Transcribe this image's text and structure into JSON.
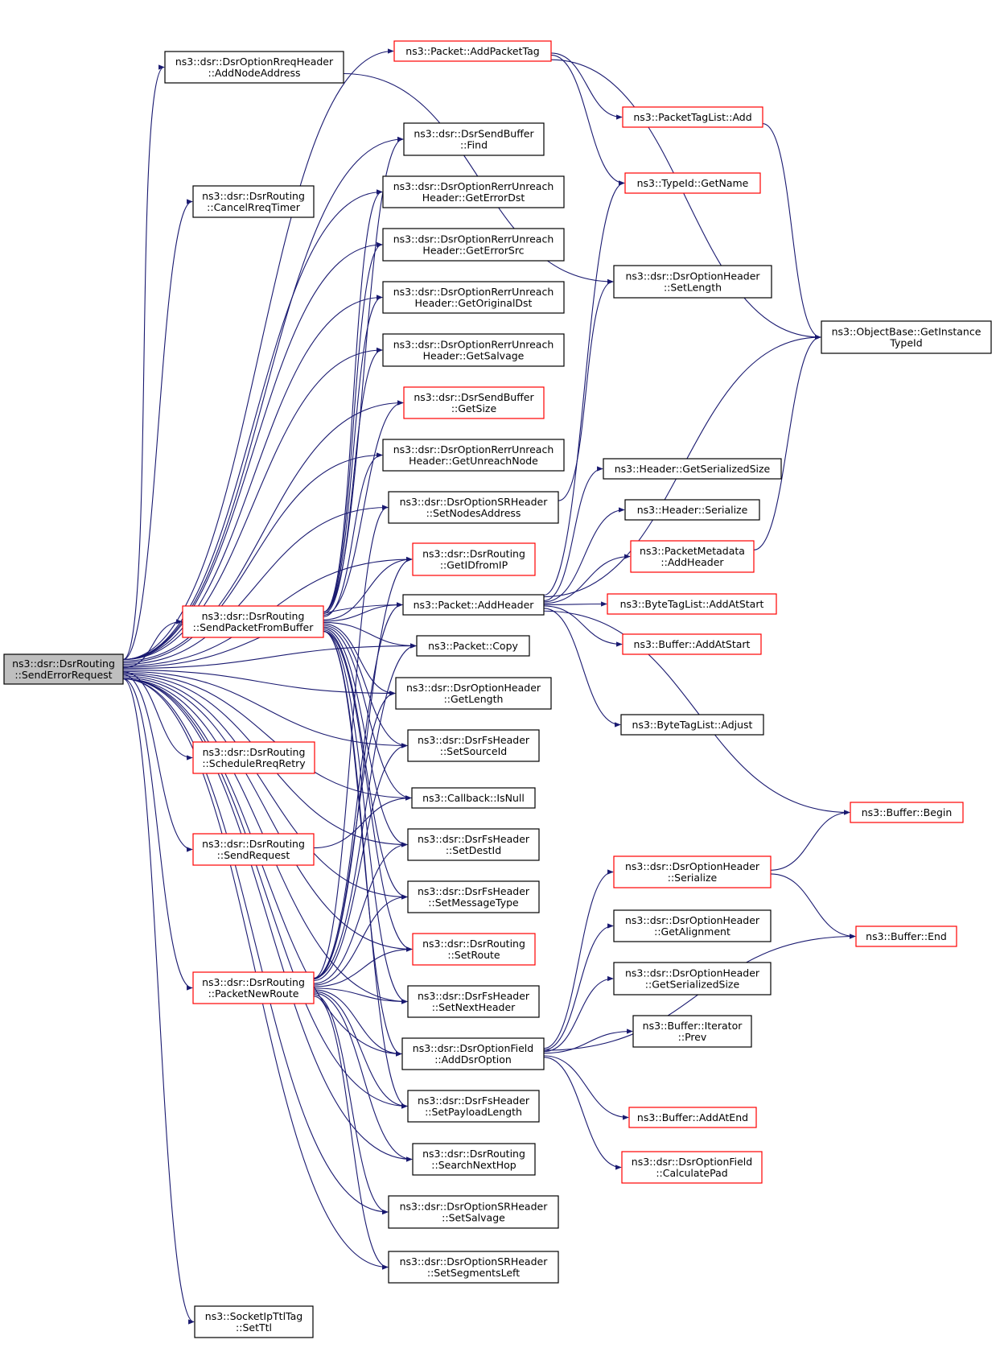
{
  "colors": {
    "edge": "#191970",
    "node_border_default": "#000000",
    "node_border_truncated": "#ff0000",
    "root_fill": "#bfbfbf",
    "node_fill": "#ffffff"
  },
  "nodes": [
    {
      "id": "root",
      "lines": [
        "ns3::dsr::DsrRouting",
        "::SendErrorRequest"
      ],
      "root": true
    },
    {
      "id": "addNodeAddress",
      "lines": [
        "ns3::dsr::DsrOptionRreqHeader",
        "::AddNodeAddress"
      ]
    },
    {
      "id": "cancelRreqTimer",
      "lines": [
        "ns3::dsr::DsrRouting",
        "::CancelRreqTimer"
      ]
    },
    {
      "id": "sendPacketFromBuffer",
      "lines": [
        "ns3::dsr::DsrRouting",
        "::SendPacketFromBuffer"
      ],
      "truncated": true
    },
    {
      "id": "scheduleRreqRetry",
      "lines": [
        "ns3::dsr::DsrRouting",
        "::ScheduleRreqRetry"
      ],
      "truncated": true
    },
    {
      "id": "sendRequest",
      "lines": [
        "ns3::dsr::DsrRouting",
        "::SendRequest"
      ],
      "truncated": true
    },
    {
      "id": "packetNewRoute",
      "lines": [
        "ns3::dsr::DsrRouting",
        "::PacketNewRoute"
      ],
      "truncated": true
    },
    {
      "id": "setTtl",
      "lines": [
        "ns3::SocketIpTtlTag",
        "::SetTtl"
      ]
    },
    {
      "id": "addPacketTag",
      "lines": [
        "ns3::Packet::AddPacketTag"
      ],
      "truncated": true
    },
    {
      "id": "sbFind",
      "lines": [
        "ns3::dsr::DsrSendBuffer",
        "::Find"
      ]
    },
    {
      "id": "getErrorDst",
      "lines": [
        "ns3::dsr::DsrOptionRerrUnreach",
        "Header::GetErrorDst"
      ]
    },
    {
      "id": "getErrorSrc",
      "lines": [
        "ns3::dsr::DsrOptionRerrUnreach",
        "Header::GetErrorSrc"
      ]
    },
    {
      "id": "getOriginalDst",
      "lines": [
        "ns3::dsr::DsrOptionRerrUnreach",
        "Header::GetOriginalDst"
      ]
    },
    {
      "id": "getSalvage",
      "lines": [
        "ns3::dsr::DsrOptionRerrUnreach",
        "Header::GetSalvage"
      ]
    },
    {
      "id": "sbGetSize",
      "lines": [
        "ns3::dsr::DsrSendBuffer",
        "::GetSize"
      ],
      "truncated": true
    },
    {
      "id": "getUnreachNode",
      "lines": [
        "ns3::dsr::DsrOptionRerrUnreach",
        "Header::GetUnreachNode"
      ]
    },
    {
      "id": "setNodesAddress",
      "lines": [
        "ns3::dsr::DsrOptionSRHeader",
        "::SetNodesAddress"
      ]
    },
    {
      "id": "getIDfromIP",
      "lines": [
        "ns3::dsr::DsrRouting",
        "::GetIDfromIP"
      ],
      "truncated": true
    },
    {
      "id": "packetAddHeader",
      "lines": [
        "ns3::Packet::AddHeader"
      ]
    },
    {
      "id": "packetCopy",
      "lines": [
        "ns3::Packet::Copy"
      ]
    },
    {
      "id": "ohGetLength",
      "lines": [
        "ns3::dsr::DsrOptionHeader",
        "::GetLength"
      ]
    },
    {
      "id": "setSourceId",
      "lines": [
        "ns3::dsr::DsrFsHeader",
        "::SetSourceId"
      ]
    },
    {
      "id": "cbIsNull",
      "lines": [
        "ns3::Callback::IsNull"
      ]
    },
    {
      "id": "setDestId",
      "lines": [
        "ns3::dsr::DsrFsHeader",
        "::SetDestId"
      ]
    },
    {
      "id": "setMessageType",
      "lines": [
        "ns3::dsr::DsrFsHeader",
        "::SetMessageType"
      ]
    },
    {
      "id": "setRoute",
      "lines": [
        "ns3::dsr::DsrRouting",
        "::SetRoute"
      ],
      "truncated": true
    },
    {
      "id": "setNextHeader",
      "lines": [
        "ns3::dsr::DsrFsHeader",
        "::SetNextHeader"
      ]
    },
    {
      "id": "addDsrOption",
      "lines": [
        "ns3::dsr::DsrOptionField",
        "::AddDsrOption"
      ]
    },
    {
      "id": "setPayloadLength",
      "lines": [
        "ns3::dsr::DsrFsHeader",
        "::SetPayloadLength"
      ]
    },
    {
      "id": "searchNextHop",
      "lines": [
        "ns3::dsr::DsrRouting",
        "::SearchNextHop"
      ]
    },
    {
      "id": "setSalvage",
      "lines": [
        "ns3::dsr::DsrOptionSRHeader",
        "::SetSalvage"
      ]
    },
    {
      "id": "setSegmentsLeft",
      "lines": [
        "ns3::dsr::DsrOptionSRHeader",
        "::SetSegmentsLeft"
      ]
    },
    {
      "id": "tagListAdd",
      "lines": [
        "ns3::PacketTagList::Add"
      ],
      "truncated": true
    },
    {
      "id": "typeIdGetName",
      "lines": [
        "ns3::TypeId::GetName"
      ],
      "truncated": true
    },
    {
      "id": "ohSetLength",
      "lines": [
        "ns3::dsr::DsrOptionHeader",
        "::SetLength"
      ]
    },
    {
      "id": "hGetSerializedSize",
      "lines": [
        "ns3::Header::GetSerializedSize"
      ]
    },
    {
      "id": "hSerialize",
      "lines": [
        "ns3::Header::Serialize"
      ]
    },
    {
      "id": "pmAddHeader",
      "lines": [
        "ns3::PacketMetadata",
        "::AddHeader"
      ],
      "truncated": true
    },
    {
      "id": "btlAddAtStart",
      "lines": [
        "ns3::ByteTagList::AddAtStart"
      ],
      "truncated": true
    },
    {
      "id": "bufAddAtStart",
      "lines": [
        "ns3::Buffer::AddAtStart"
      ],
      "truncated": true
    },
    {
      "id": "btlAdjust",
      "lines": [
        "ns3::ByteTagList::Adjust"
      ]
    },
    {
      "id": "ohSerialize",
      "lines": [
        "ns3::dsr::DsrOptionHeader",
        "::Serialize"
      ],
      "truncated": true
    },
    {
      "id": "ohGetAlignment",
      "lines": [
        "ns3::dsr::DsrOptionHeader",
        "::GetAlignment"
      ]
    },
    {
      "id": "ohGetSerializedSize",
      "lines": [
        "ns3::dsr::DsrOptionHeader",
        "::GetSerializedSize"
      ]
    },
    {
      "id": "iterPrev",
      "lines": [
        "ns3::Buffer::Iterator",
        "::Prev"
      ]
    },
    {
      "id": "bufAddAtEnd",
      "lines": [
        "ns3::Buffer::AddAtEnd"
      ],
      "truncated": true
    },
    {
      "id": "calcPad",
      "lines": [
        "ns3::dsr::DsrOptionField",
        "::CalculatePad"
      ],
      "truncated": true
    },
    {
      "id": "getInstanceTypeId",
      "lines": [
        "ns3::ObjectBase::GetInstance",
        "TypeId"
      ]
    },
    {
      "id": "bufBegin",
      "lines": [
        "ns3::Buffer::Begin"
      ],
      "truncated": true
    },
    {
      "id": "bufEnd",
      "lines": [
        "ns3::Buffer::End"
      ],
      "truncated": true
    }
  ],
  "edges": [
    [
      "root",
      "addPacketTag"
    ],
    [
      "root",
      "addNodeAddress"
    ],
    [
      "root",
      "sbFind"
    ],
    [
      "root",
      "getErrorDst"
    ],
    [
      "root",
      "cancelRreqTimer"
    ],
    [
      "root",
      "getErrorSrc"
    ],
    [
      "root",
      "getOriginalDst"
    ],
    [
      "root",
      "getSalvage"
    ],
    [
      "root",
      "sbGetSize"
    ],
    [
      "root",
      "getUnreachNode"
    ],
    [
      "root",
      "setNodesAddress"
    ],
    [
      "root",
      "getIDfromIP"
    ],
    [
      "root",
      "packetAddHeader"
    ],
    [
      "root",
      "sendPacketFromBuffer"
    ],
    [
      "root",
      "packetCopy"
    ],
    [
      "root",
      "ohGetLength"
    ],
    [
      "root",
      "setSourceId"
    ],
    [
      "root",
      "scheduleRreqRetry"
    ],
    [
      "root",
      "cbIsNull"
    ],
    [
      "root",
      "sendRequest"
    ],
    [
      "root",
      "setDestId"
    ],
    [
      "root",
      "setMessageType"
    ],
    [
      "root",
      "setRoute"
    ],
    [
      "root",
      "packetNewRoute"
    ],
    [
      "root",
      "setNextHeader"
    ],
    [
      "root",
      "addDsrOption"
    ],
    [
      "root",
      "setPayloadLength"
    ],
    [
      "root",
      "searchNextHop"
    ],
    [
      "root",
      "setSalvage"
    ],
    [
      "root",
      "setSegmentsLeft"
    ],
    [
      "root",
      "setTtl"
    ],
    [
      "sendPacketFromBuffer",
      "sbFind"
    ],
    [
      "sendPacketFromBuffer",
      "getErrorDst"
    ],
    [
      "sendPacketFromBuffer",
      "getErrorSrc"
    ],
    [
      "sendPacketFromBuffer",
      "getOriginalDst"
    ],
    [
      "sendPacketFromBuffer",
      "getSalvage"
    ],
    [
      "sendPacketFromBuffer",
      "sbGetSize"
    ],
    [
      "sendPacketFromBuffer",
      "getUnreachNode"
    ],
    [
      "sendPacketFromBuffer",
      "getIDfromIP"
    ],
    [
      "sendPacketFromBuffer",
      "packetAddHeader"
    ],
    [
      "sendPacketFromBuffer",
      "packetCopy"
    ],
    [
      "sendPacketFromBuffer",
      "ohGetLength"
    ],
    [
      "sendPacketFromBuffer",
      "setSourceId"
    ],
    [
      "sendPacketFromBuffer",
      "cbIsNull"
    ],
    [
      "sendPacketFromBuffer",
      "setDestId"
    ],
    [
      "sendPacketFromBuffer",
      "setMessageType"
    ],
    [
      "sendPacketFromBuffer",
      "setRoute"
    ],
    [
      "sendPacketFromBuffer",
      "setNextHeader"
    ],
    [
      "sendPacketFromBuffer",
      "addDsrOption"
    ],
    [
      "sendPacketFromBuffer",
      "setPayloadLength"
    ],
    [
      "sendRequest",
      "cbIsNull"
    ],
    [
      "packetNewRoute",
      "setNodesAddress"
    ],
    [
      "packetNewRoute",
      "getIDfromIP"
    ],
    [
      "packetNewRoute",
      "packetAddHeader"
    ],
    [
      "packetNewRoute",
      "packetCopy"
    ],
    [
      "packetNewRoute",
      "ohGetLength"
    ],
    [
      "packetNewRoute",
      "setSourceId"
    ],
    [
      "packetNewRoute",
      "setDestId"
    ],
    [
      "packetNewRoute",
      "setMessageType"
    ],
    [
      "packetNewRoute",
      "setRoute"
    ],
    [
      "packetNewRoute",
      "setNextHeader"
    ],
    [
      "packetNewRoute",
      "addDsrOption"
    ],
    [
      "packetNewRoute",
      "setPayloadLength"
    ],
    [
      "packetNewRoute",
      "searchNextHop"
    ],
    [
      "packetNewRoute",
      "setSalvage"
    ],
    [
      "packetNewRoute",
      "setSegmentsLeft"
    ],
    [
      "addNodeAddress",
      "ohSetLength"
    ],
    [
      "setNodesAddress",
      "ohSetLength"
    ],
    [
      "addPacketTag",
      "tagListAdd"
    ],
    [
      "addPacketTag",
      "typeIdGetName"
    ],
    [
      "addPacketTag",
      "getInstanceTypeId"
    ],
    [
      "tagListAdd",
      "getInstanceTypeId"
    ],
    [
      "packetAddHeader",
      "typeIdGetName"
    ],
    [
      "packetAddHeader",
      "hGetSerializedSize"
    ],
    [
      "packetAddHeader",
      "hSerialize"
    ],
    [
      "packetAddHeader",
      "pmAddHeader"
    ],
    [
      "packetAddHeader",
      "btlAddAtStart"
    ],
    [
      "packetAddHeader",
      "bufAddAtStart"
    ],
    [
      "packetAddHeader",
      "btlAdjust"
    ],
    [
      "packetAddHeader",
      "bufBegin"
    ],
    [
      "packetAddHeader",
      "getInstanceTypeId"
    ],
    [
      "pmAddHeader",
      "getInstanceTypeId"
    ],
    [
      "addDsrOption",
      "ohSerialize"
    ],
    [
      "addDsrOption",
      "ohGetAlignment"
    ],
    [
      "addDsrOption",
      "ohGetSerializedSize"
    ],
    [
      "addDsrOption",
      "iterPrev"
    ],
    [
      "addDsrOption",
      "bufEnd"
    ],
    [
      "addDsrOption",
      "bufAddAtEnd"
    ],
    [
      "addDsrOption",
      "calcPad"
    ],
    [
      "ohSerialize",
      "bufBegin"
    ],
    [
      "ohSerialize",
      "bufEnd"
    ]
  ]
}
